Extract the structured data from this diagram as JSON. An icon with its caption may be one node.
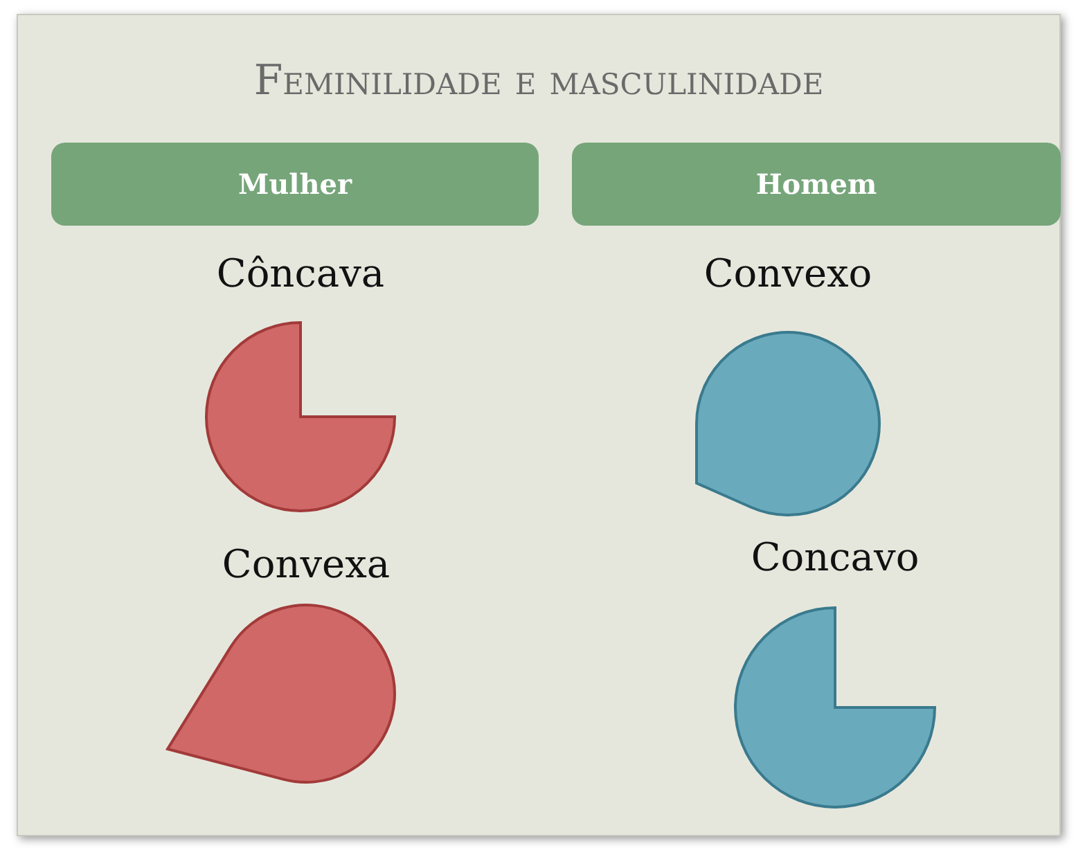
{
  "diagram": {
    "title": "Feminilidade e masculinidade",
    "nodes": [
      {
        "text": [
          "Mulher"
        ]
      },
      {
        "text": [
          "Homem"
        ]
      },
      {
        "text": [],
        "shape": "sector",
        "beside": [
          "Côncava"
        ]
      },
      {
        "text": [],
        "shape": "teardrop",
        "beside": [
          "Convexo"
        ]
      },
      {
        "text": [],
        "shape": "teardrop",
        "beside": [
          "Convexa"
        ]
      },
      {
        "text": [],
        "shape": "sector",
        "beside": [
          "Concavo"
        ]
      }
    ],
    "edges": []
  }
}
